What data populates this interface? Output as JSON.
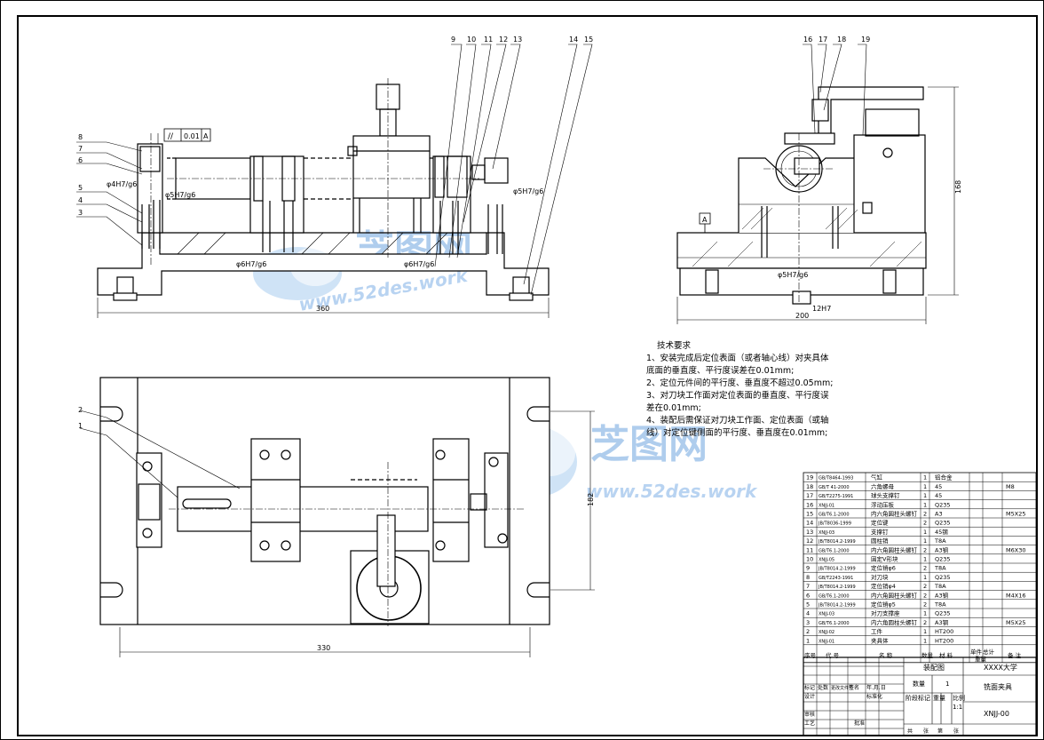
{
  "balloons_top": [
    "9",
    "10",
    "11",
    "12",
    "13",
    "14",
    "15"
  ],
  "balloons_side": [
    "16",
    "17",
    "18",
    "19"
  ],
  "balloons_left": [
    "8",
    "7",
    "6",
    "5",
    "4",
    "3"
  ],
  "balloons_plan": [
    "2",
    "1"
  ],
  "fits": {
    "h1": "φ4H7/g6",
    "h2": "φ5H7/g6",
    "h3": "φ6H7/g6",
    "h4": "φ6H7/g6",
    "h5": "φ5H7/g6",
    "h6": "φ5H7/g6",
    "h7": "12H7"
  },
  "tolerance_frame": {
    "sym": "//",
    "value": "0.01",
    "datum": "A"
  },
  "datum_side": "A",
  "dims": {
    "front_width": "360",
    "side_width": "200",
    "side_height": "168",
    "plan_width": "330",
    "plan_height": "182"
  },
  "watermark": {
    "brand": "芝图网",
    "url": "www.52des.work"
  },
  "tech_req": {
    "title": "技术要求",
    "lines": [
      "1、安装完成后定位表面（或者轴心线）对夹具体",
      "底面的垂直度、平行度误差在0.01mm;",
      "2、定位元件间的平行度、垂直度不超过0.05mm;",
      "3、对刀块工作面对定位表面的垂直度、平行度误",
      "差在0.01mm;",
      "4、装配后需保证对刀块工作面、定位表面（或轴",
      "线）对定位键侧面的平行度、垂直度在0.01mm;"
    ]
  },
  "bom": [
    {
      "no": "19",
      "code": "GB/T8464-1993",
      "name": "气缸",
      "qty": "1",
      "mat": "铝合金",
      "note": ""
    },
    {
      "no": "18",
      "code": "GB/T 41-2000",
      "name": "六角螺母",
      "qty": "1",
      "mat": "45",
      "note": "M8"
    },
    {
      "no": "17",
      "code": "GB/T2275-1991",
      "name": "球头支撑钉",
      "qty": "1",
      "mat": "45",
      "note": ""
    },
    {
      "no": "16",
      "code": "XNJJ-01",
      "name": "浮动压板",
      "qty": "1",
      "mat": "Q235",
      "note": ""
    },
    {
      "no": "15",
      "code": "GB/T6.1-2000",
      "name": "内六角圆柱头螺钉",
      "qty": "2",
      "mat": "A3",
      "note": "M5X25"
    },
    {
      "no": "14",
      "code": "JB/T8036-1999",
      "name": "定位键",
      "qty": "2",
      "mat": "Q235",
      "note": ""
    },
    {
      "no": "13",
      "code": "XNJJ-03",
      "name": "支撑钉",
      "qty": "1",
      "mat": "45钢",
      "note": ""
    },
    {
      "no": "12",
      "code": "JB/T8014.2-1999",
      "name": "圆柱销",
      "qty": "1",
      "mat": "T8A",
      "note": ""
    },
    {
      "no": "11",
      "code": "GB/T6.1-2000",
      "name": "内六角圆柱头螺钉",
      "qty": "2",
      "mat": "A3钢",
      "note": "M6X30"
    },
    {
      "no": "10",
      "code": "XNJJ-05",
      "name": "固定V形块",
      "qty": "1",
      "mat": "Q235",
      "note": ""
    },
    {
      "no": "9",
      "code": "JB/T8014.2-1999",
      "name": "定位销φ6",
      "qty": "2",
      "mat": "T8A",
      "note": ""
    },
    {
      "no": "8",
      "code": "GB/T2243-1991",
      "name": "对刀块",
      "qty": "1",
      "mat": "Q235",
      "note": ""
    },
    {
      "no": "7",
      "code": "JB/T8014.2-1999",
      "name": "定位销φ4",
      "qty": "2",
      "mat": "T8A",
      "note": ""
    },
    {
      "no": "6",
      "code": "GB/T6.1-2000",
      "name": "内六角圆柱头螺钉",
      "qty": "2",
      "mat": "A3钢",
      "note": "M4X16"
    },
    {
      "no": "5",
      "code": "JB/T8014.2-1999",
      "name": "定位销φ5",
      "qty": "2",
      "mat": "T8A",
      "note": ""
    },
    {
      "no": "4",
      "code": "XNJJ-03",
      "name": "对刀支撑座",
      "qty": "1",
      "mat": "Q235",
      "note": ""
    },
    {
      "no": "3",
      "code": "GB/T6.1-2000",
      "name": "内六角圆柱头螺钉",
      "qty": "2",
      "mat": "A3钢",
      "note": "M5X25"
    },
    {
      "no": "2",
      "code": "XNJJ-02",
      "name": "工件",
      "qty": "1",
      "mat": "HT200",
      "note": ""
    },
    {
      "no": "1",
      "code": "XNJJ-01",
      "name": "夹具体",
      "qty": "1",
      "mat": "HT200",
      "note": ""
    }
  ],
  "bom_header": {
    "no": "序号",
    "code": "代 号",
    "name": "名 称",
    "qty": "数量",
    "mat": "材 料",
    "unit": "单件",
    "total": "总计",
    "weight": "重量",
    "note": "备 注"
  },
  "title_block": {
    "drawing": "装配图",
    "org": "XXXX大学",
    "qty_label": "数量",
    "qty_value": "1",
    "part": "铣面夹具",
    "stage": "阶段标记",
    "weight": "重量",
    "scale": "比例",
    "scale_value": "1:1",
    "code": "XNJJ-00",
    "marks_row": [
      "标记",
      "处数",
      "更改文件号",
      "签名",
      "年.月.日"
    ],
    "design": "设计",
    "standard": "标准化",
    "review": "审核",
    "process": "工艺",
    "approve": "批准",
    "sheets": [
      "共",
      "张",
      "第",
      "张"
    ]
  }
}
